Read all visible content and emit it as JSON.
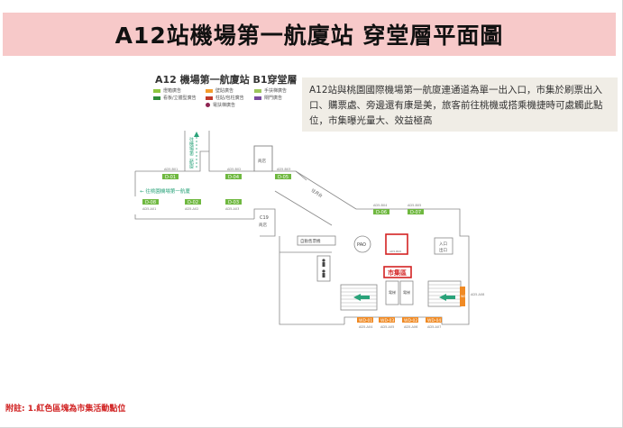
{
  "slide": {
    "title": "A12站機場第一航廈站 穿堂層平面圖",
    "footnote": "附註: 1.紅色區塊為市集活動點位"
  },
  "map": {
    "title": "A12 機場第一航廈站  B1穿堂層",
    "legend": [
      {
        "label": "燈箱廣告",
        "color": "#8dc63f",
        "shape": "box"
      },
      {
        "label": "壁貼廣告",
        "color": "#f39c2c",
        "shape": "box"
      },
      {
        "label": "手扶梯廣告",
        "color": "#9cc65c",
        "shape": "box"
      },
      {
        "label": "看板/立體型廣告",
        "color": "#2e8b3a",
        "shape": "box"
      },
      {
        "label": "柱貼/包柱廣告",
        "color": "#c0392b",
        "shape": "box"
      },
      {
        "label": "閘門廣告",
        "color": "#7a4a9e",
        "shape": "box"
      },
      {
        "label": "電扶梯廣告",
        "color": "#8e2452",
        "shape": "dot"
      }
    ],
    "labels": {
      "exit_direction": "往桃園機場第一航廈",
      "up_direction": "往機場第二航廈",
      "shop": "商店",
      "c19": "C19",
      "c19_sub": "商店",
      "vending": "自動售票機",
      "pao": "PAO",
      "escalator_label": "往月台",
      "info": "入口",
      "info_sub": "出口",
      "market": "市集區",
      "elevator": "電梯",
      "restroom": "廁所"
    },
    "green_panels_top": [
      "D-01",
      "D-04",
      "D-05"
    ],
    "green_panels_mid": [
      "D-08",
      "D-02",
      "D-03"
    ],
    "green_panels_right": [
      "D-06",
      "D-07"
    ],
    "orange_panels": [
      "WD-01",
      "WD-03",
      "WD-02",
      "WD-04",
      "WD-05"
    ],
    "side_panel": "WD",
    "small_codes_top": [
      "AD5-B01",
      "AD5-B02",
      "AD5-B03"
    ],
    "small_codes_mid": [
      "AD5-A01",
      "AD5-A02",
      "AD5-A03"
    ],
    "small_codes_right": [
      "AD5-B04",
      "AD5-B05"
    ],
    "small_codes_bottom": [
      "AD5-A04",
      "AD5-A05",
      "AD5-A06",
      "AD5-A07"
    ],
    "small_code_side": "AD5-A08",
    "market_box_code": "AD5-B06"
  },
  "callout": {
    "text": "A12站與桃園國際機場第一航廈連通道為單一出入口，市集於刷票出入口、購票處、旁邊還有康是美，旅客前往桃機或搭乘機捷時可處觸此點位，市集曝光量大、效益極高"
  },
  "colors": {
    "title_bg": "#f7c9c9",
    "green": "#6fb840",
    "orange": "#f08a24",
    "red": "#d32222",
    "callout_bg": "#f0ede6"
  }
}
